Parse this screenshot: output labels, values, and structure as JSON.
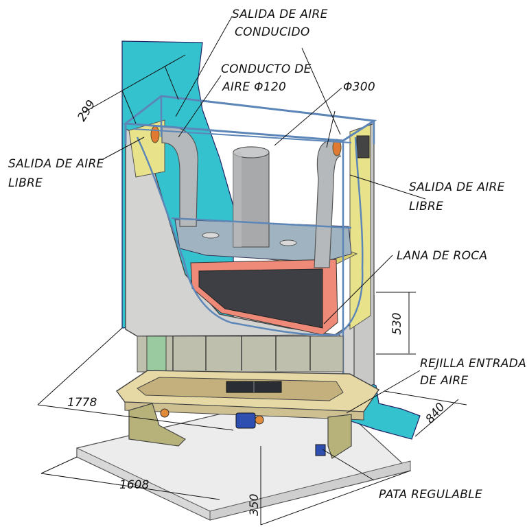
{
  "labels": {
    "salida_conducido_1": "SALIDA DE AIRE",
    "salida_conducido_2": "CONDUCIDO",
    "conducto_1": "CONDUCTO DE",
    "conducto_2": "AIRE Φ120",
    "phi300": "Φ300",
    "libre_left_1": "SALIDA DE AIRE",
    "libre_left_2": "LIBRE",
    "libre_right_1": "SALIDA DE AIRE",
    "libre_right_2": "LIBRE",
    "lana": "LANA DE ROCA",
    "rejilla_1": "REJILLA ENTRADA",
    "rejilla_2": "DE AIRE",
    "pata": "PATA REGULABLE"
  },
  "dimensions": {
    "d299": "299",
    "d530": "530",
    "d840": "840",
    "d1778": "1778",
    "d1608": "1608",
    "d350": "350"
  },
  "colors": {
    "wall": "#35c2cf",
    "casing": "#d3d3d1",
    "firebox": "#3d3f44",
    "rock_wool": "#f08a78",
    "yellow_panel": "#e8e38a",
    "base_wood": "#e7d9a6",
    "olive": "#b6b27a",
    "floor": "#ececec",
    "flue": "#a7a9ab",
    "frame": "#5d86b8"
  }
}
